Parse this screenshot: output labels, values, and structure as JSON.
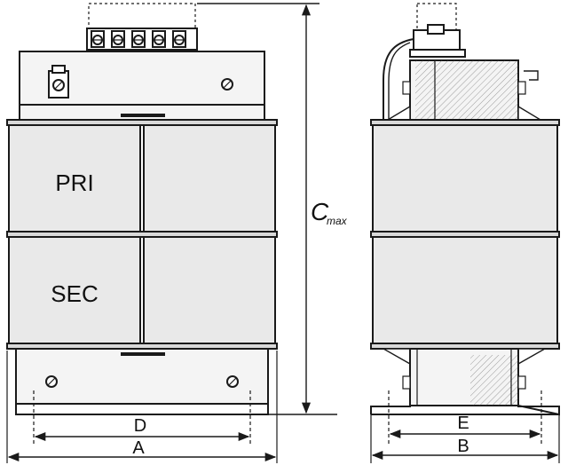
{
  "front_view": {
    "primary_label": "PRI",
    "secondary_label": "SEC"
  },
  "dimensions": {
    "height_label": "C",
    "height_subscript": "max",
    "mount_hole_spacing_front": "D",
    "overall_width_front": "A",
    "mount_hole_spacing_side": "E",
    "overall_depth_side": "B"
  },
  "colors": {
    "line": "#1a1a1a",
    "coil_fill": "#e9e9e9",
    "panel_fill": "#f4f4f4",
    "background": "#ffffff"
  }
}
